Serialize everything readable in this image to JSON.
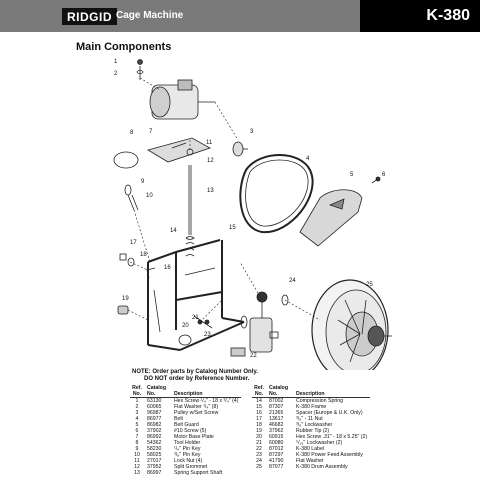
{
  "header": {
    "brand": "RIDGID",
    "title": "Cage Machine",
    "model": "K-380"
  },
  "section_title": "Main Components",
  "callouts": [
    "1",
    "2",
    "3",
    "4",
    "5",
    "6",
    "7",
    "8",
    "9",
    "10",
    "11",
    "12",
    "13",
    "14",
    "15",
    "16",
    "17",
    "18",
    "19",
    "20",
    "21",
    "22",
    "23",
    "24",
    "25"
  ],
  "note": {
    "line1": "NOTE: Order parts by Catalog Number Only.",
    "line2": "DO NOT order by Reference Number."
  },
  "table": {
    "headers": {
      "ref": "Ref. No.",
      "catalog": "Catalog No.",
      "description": "Description"
    },
    "left_rows": [
      {
        "ref": "1",
        "cat": "63130",
        "desc": "Hex Screw ¹/₄\" - 18 x ³/₄\" (4)"
      },
      {
        "ref": "2",
        "cat": "60065",
        "desc": "Flat Washer ¹/₄\" (8)"
      },
      {
        "ref": "3",
        "cat": "96987",
        "desc": "Pulley w/Set Screw"
      },
      {
        "ref": "4",
        "cat": "86977",
        "desc": "Belt"
      },
      {
        "ref": "5",
        "cat": "86982",
        "desc": "Belt Guard"
      },
      {
        "ref": "6",
        "cat": "37902",
        "desc": "#10 Screw (5)"
      },
      {
        "ref": "7",
        "cat": "86992",
        "desc": "Motor Base Plate"
      },
      {
        "ref": "8",
        "cat": "54362",
        "desc": "Tool Holder"
      },
      {
        "ref": "9",
        "cat": "58230",
        "desc": "¹/₄\" Pin Key"
      },
      {
        "ref": "10",
        "cat": "58025",
        "desc": "³/₈\" Pin Key"
      },
      {
        "ref": "11",
        "cat": "27017",
        "desc": "Lock Nut (4)"
      },
      {
        "ref": "12",
        "cat": "37952",
        "desc": "Split Grommet"
      },
      {
        "ref": "13",
        "cat": "86997",
        "desc": "Spring Support Shaft"
      }
    ],
    "right_rows": [
      {
        "ref": "14",
        "cat": "87002",
        "desc": "Compression Spring"
      },
      {
        "ref": "15",
        "cat": "87307",
        "desc": "K-380 Frame"
      },
      {
        "ref": "16",
        "cat": "21365",
        "desc": "Spacer (Europe & U.K. Only)"
      },
      {
        "ref": "17",
        "cat": "13617",
        "desc": "³/₈\" - 11 Nut"
      },
      {
        "ref": "18",
        "cat": "46682",
        "desc": "³/₈\" Lockwasher"
      },
      {
        "ref": "19",
        "cat": "37962",
        "desc": "Rubber Tip (2)"
      },
      {
        "ref": "20",
        "cat": "60915",
        "desc": "Hex Screw .31\" - 18 x 5.25\" (2)"
      },
      {
        "ref": "21",
        "cat": "60080",
        "desc": "⁵/₁₆\" Lockwasher (2)"
      },
      {
        "ref": "22",
        "cat": "87012",
        "desc": "K-380 Label"
      },
      {
        "ref": "23",
        "cat": "87297",
        "desc": "K-380 Power Feed Assembly"
      },
      {
        "ref": "24",
        "cat": "41790",
        "desc": "Flat Washer"
      },
      {
        "ref": "25",
        "cat": "87077",
        "desc": "K-380 Drum Assembly"
      }
    ]
  }
}
